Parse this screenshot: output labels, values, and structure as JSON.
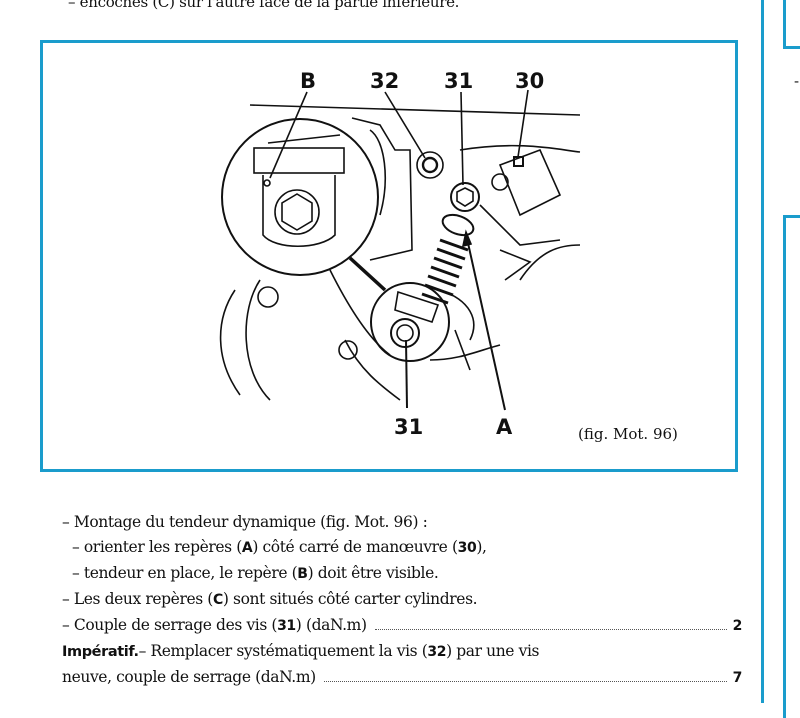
{
  "top_text": "– encoches (C) sur l'autre face de la partie inférieure.",
  "right_column": {
    "dash": "-"
  },
  "figure": {
    "labels": {
      "B": "B",
      "n32": "32",
      "n31_top": "31",
      "n30": "30",
      "n31_bottom": "31",
      "A": "A"
    },
    "caption": "(fig. Mot. 96)"
  },
  "body": {
    "line1": "– Montage du tendeur dynamique (fig. Mot. 96) :",
    "line2_pre": "– orienter les repères (",
    "line2_k1": "A",
    "line2_mid": ") côté carré de manœuvre (",
    "line2_k2": "30",
    "line2_post": "),",
    "line3_pre": "– tendeur en place, le repère (",
    "line3_k": "B",
    "line3_post": ") doit être visible.",
    "line4_pre": "– Les deux repères (",
    "line4_k": "C",
    "line4_post": ") sont situés côté carter cylindres.",
    "line5_pre": "– Couple de serrage des vis (",
    "line5_k": "31",
    "line5_post": ") (daN.m)",
    "line5_value": "2",
    "line6_imp": "Impératif.",
    "line6_pre": "– Remplacer systématiquement la vis (",
    "line6_k": "32",
    "line6_post": ") par une vis",
    "line7": "neuve, couple de serrage (daN.m)",
    "line7_value": "7"
  }
}
